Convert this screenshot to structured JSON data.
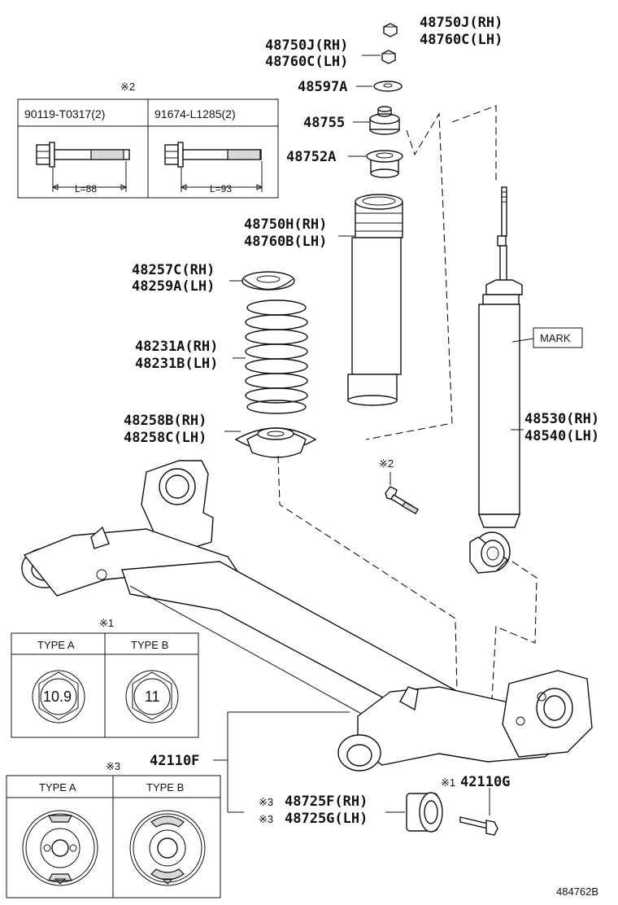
{
  "parts": {
    "nut_top": [
      "48750J(RH)",
      "48760C(LH)"
    ],
    "nut_second": [
      "48750J(RH)",
      "48760C(LH)"
    ],
    "washer": "48597A",
    "cushion": "48755",
    "cushion_lower": "48752A",
    "bump_boot": [
      "48750H(RH)",
      "48760B(LH)"
    ],
    "spring_upper_seat": [
      "48257C(RH)",
      "48259A(LH)"
    ],
    "coil_spring": [
      "48231A(RH)",
      "48231B(LH)"
    ],
    "spring_lower_seat": [
      "48258B(RH)",
      "48258C(LH)"
    ],
    "shock_absorber": [
      "48530(RH)",
      "48540(LH)"
    ],
    "axle_beam": "42110F",
    "bushing": [
      "48725F(RH)",
      "48725G(LH)"
    ],
    "bushing_marks": [
      "※3",
      "※3"
    ],
    "bolt_mark": "※1",
    "bolt": "42110G",
    "shock_bolt_mark": "※2",
    "mark_label": "MARK"
  },
  "bolt_table": {
    "mark": "※2",
    "col1": "90119-T0317(2)",
    "col2": "91674-L1285(2)",
    "len1": "L=88",
    "len2": "L=93"
  },
  "nut_table": {
    "mark": "※1",
    "type_a": "TYPE A",
    "type_b": "TYPE B",
    "value_a": "10.9",
    "value_b": "11"
  },
  "bushing_table": {
    "mark": "※3",
    "type_a": "TYPE A",
    "type_b": "TYPE B"
  },
  "figure_id": "484762B"
}
